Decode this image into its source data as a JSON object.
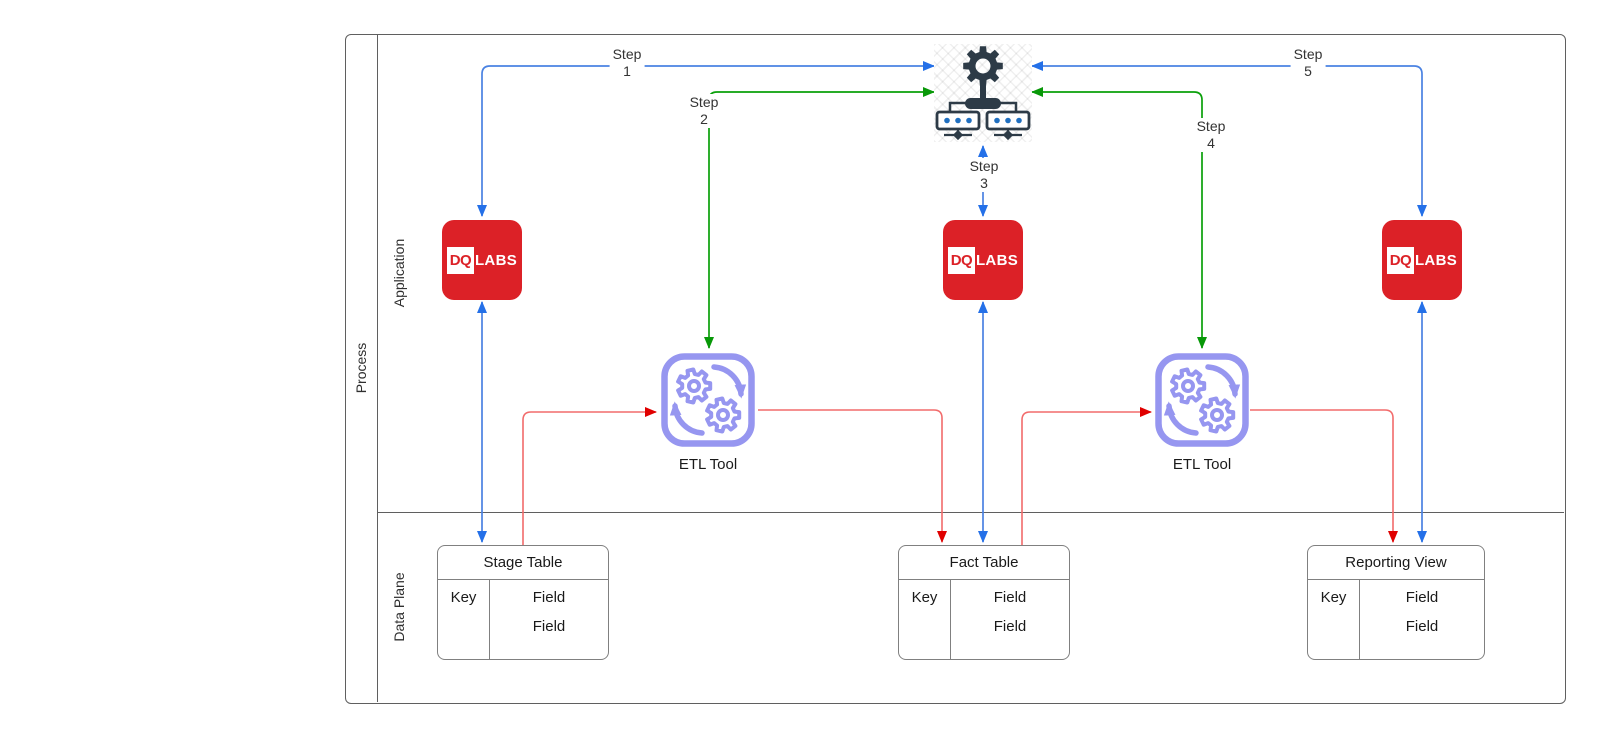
{
  "pool": {
    "label": "Process"
  },
  "lanes": {
    "application": "Application",
    "data_plane": "Data Plane"
  },
  "steps": [
    {
      "label": "Step",
      "number": "1"
    },
    {
      "label": "Step",
      "number": "2"
    },
    {
      "label": "Step",
      "number": "3"
    },
    {
      "label": "Step",
      "number": "4"
    },
    {
      "label": "Step",
      "number": "5"
    }
  ],
  "apps": {
    "dq": "DQ",
    "labs": "LABS"
  },
  "etl": {
    "label": "ETL Tool"
  },
  "tables": [
    {
      "title": "Stage Table",
      "key": "Key",
      "fields": [
        "Field",
        "Field"
      ]
    },
    {
      "title": "Fact Table",
      "key": "Key",
      "fields": [
        "Field",
        "Field"
      ]
    },
    {
      "title": "Reporting View",
      "key": "Key",
      "fields": [
        "Field",
        "Field"
      ]
    }
  ],
  "icons": {
    "hub": "gear-network-icon",
    "etl": "etl-sync-gears-icon",
    "app": "dqlabs-logo"
  },
  "colors": {
    "blue_line": "#4a82e2",
    "blue_arrow": "#2470e8",
    "green": "#0aa00a",
    "red_line": "#f26b6b",
    "red_arrow": "#e00000",
    "etl_purple": "#9696f0",
    "dqlabs_red": "#dc2127",
    "icon_dark": "#2d3b47",
    "dot_blue": "#1f6fc0",
    "table_border": "#808080",
    "pool_border": "#5f5f5f"
  }
}
